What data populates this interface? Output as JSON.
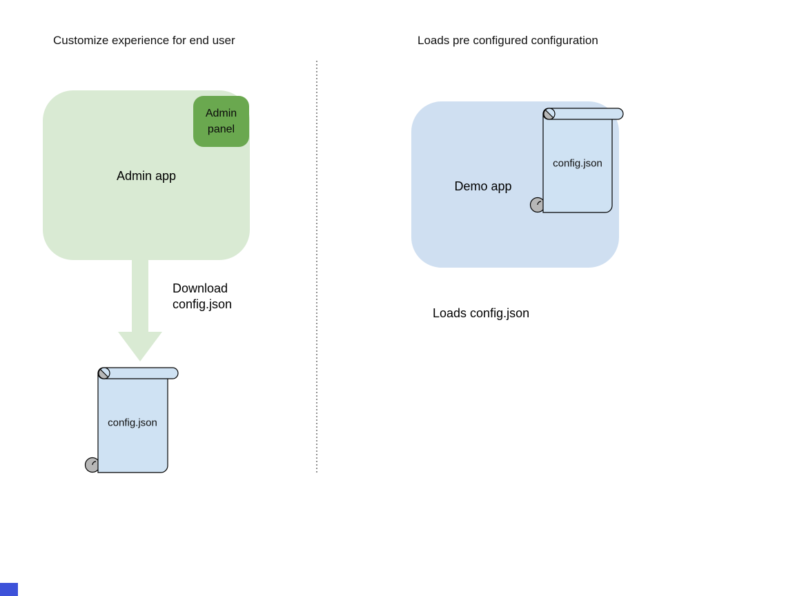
{
  "left_section": {
    "title": "Customize experience for end user",
    "admin_app_label": "Admin app",
    "admin_panel_lines": {
      "0": "Admin",
      "1": "panel"
    },
    "download_lines": {
      "0": "Download",
      "1": "config.json"
    },
    "scroll_label": "config.json"
  },
  "right_section": {
    "title": "Loads pre configured configuration",
    "demo_app_label": "Demo app",
    "scroll_label": "config.json",
    "caption": "Loads config.json"
  },
  "colors": {
    "admin_app_fill": "#d9ead3",
    "admin_panel_fill": "#6aa84f",
    "app_arrow_fill": "#d9ead3",
    "demo_app_fill": "#cfdff1",
    "scroll_fill": "#cfe2f3",
    "scroll_curl_fill": "#b7b7b7",
    "outline": "#000000",
    "divider": "#8f8f8f",
    "corner_marker": "#3d52d9"
  }
}
